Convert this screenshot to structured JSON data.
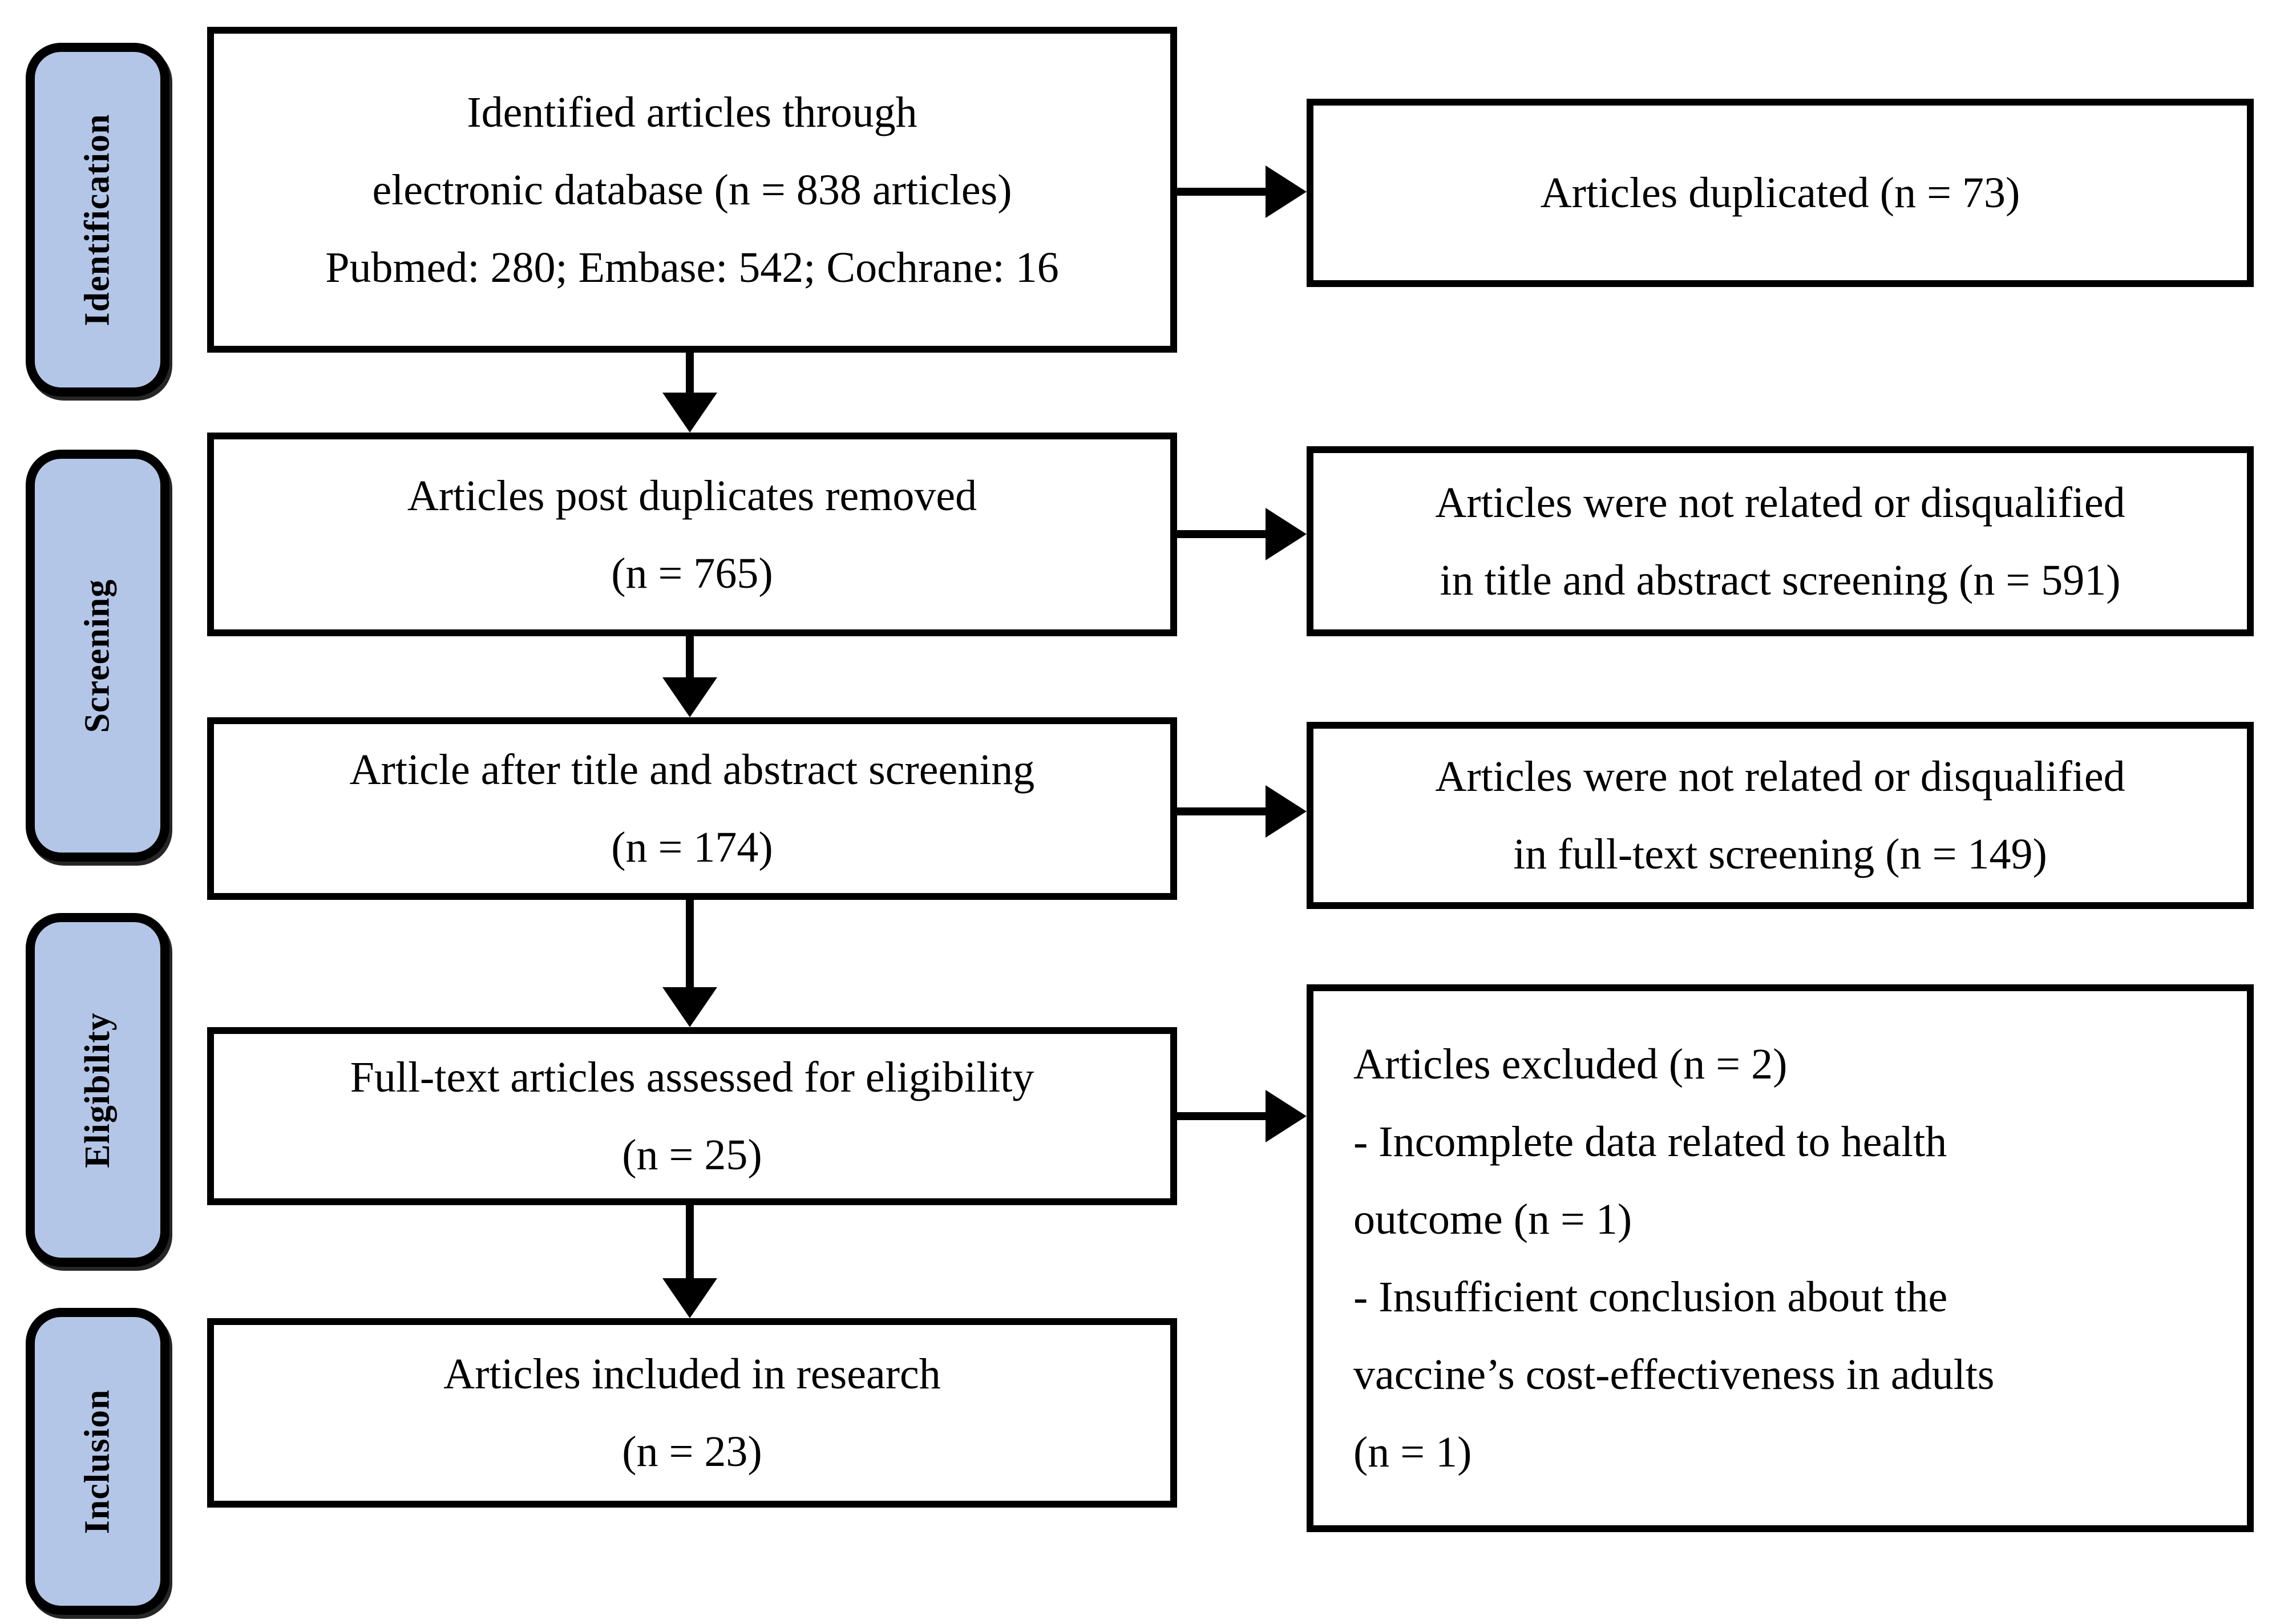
{
  "diagram": {
    "stages": [
      {
        "label": "Identification"
      },
      {
        "label": "Screening"
      },
      {
        "label": "Eligibility"
      },
      {
        "label": "Inclusion"
      }
    ],
    "main_flow": [
      {
        "lines": [
          "Identified articles through",
          "electronic database (n = 838 articles)",
          "Pubmed: 280; Embase: 542; Cochrane: 16"
        ]
      },
      {
        "lines": [
          "Articles post duplicates removed",
          "(n = 765)"
        ]
      },
      {
        "lines": [
          "Article after title and abstract screening",
          "(n = 174)"
        ]
      },
      {
        "lines": [
          "Full-text articles assessed for eligibility",
          "(n = 25)"
        ]
      },
      {
        "lines": [
          "Articles included in research",
          "(n = 23)"
        ]
      }
    ],
    "exclusions": [
      {
        "lines": [
          "Articles duplicated (n = 73)"
        ]
      },
      {
        "lines": [
          "Articles were not related or disqualified",
          "in title and abstract screening (n = 591)"
        ]
      },
      {
        "lines": [
          "Articles were not related or disqualified",
          "in full-text screening (n = 149)"
        ]
      },
      {
        "title": "Articles excluded (n = 2)",
        "lines": [
          "- Incomplete data related to health",
          "outcome (n = 1)",
          "- Insufficient conclusion about the",
          "vaccine’s cost-effectiveness in adults",
          "(n = 1)"
        ]
      }
    ],
    "colors": {
      "stage_fill": "#b4c6e7",
      "border": "#000000",
      "background": "#ffffff",
      "text": "#000000"
    }
  }
}
